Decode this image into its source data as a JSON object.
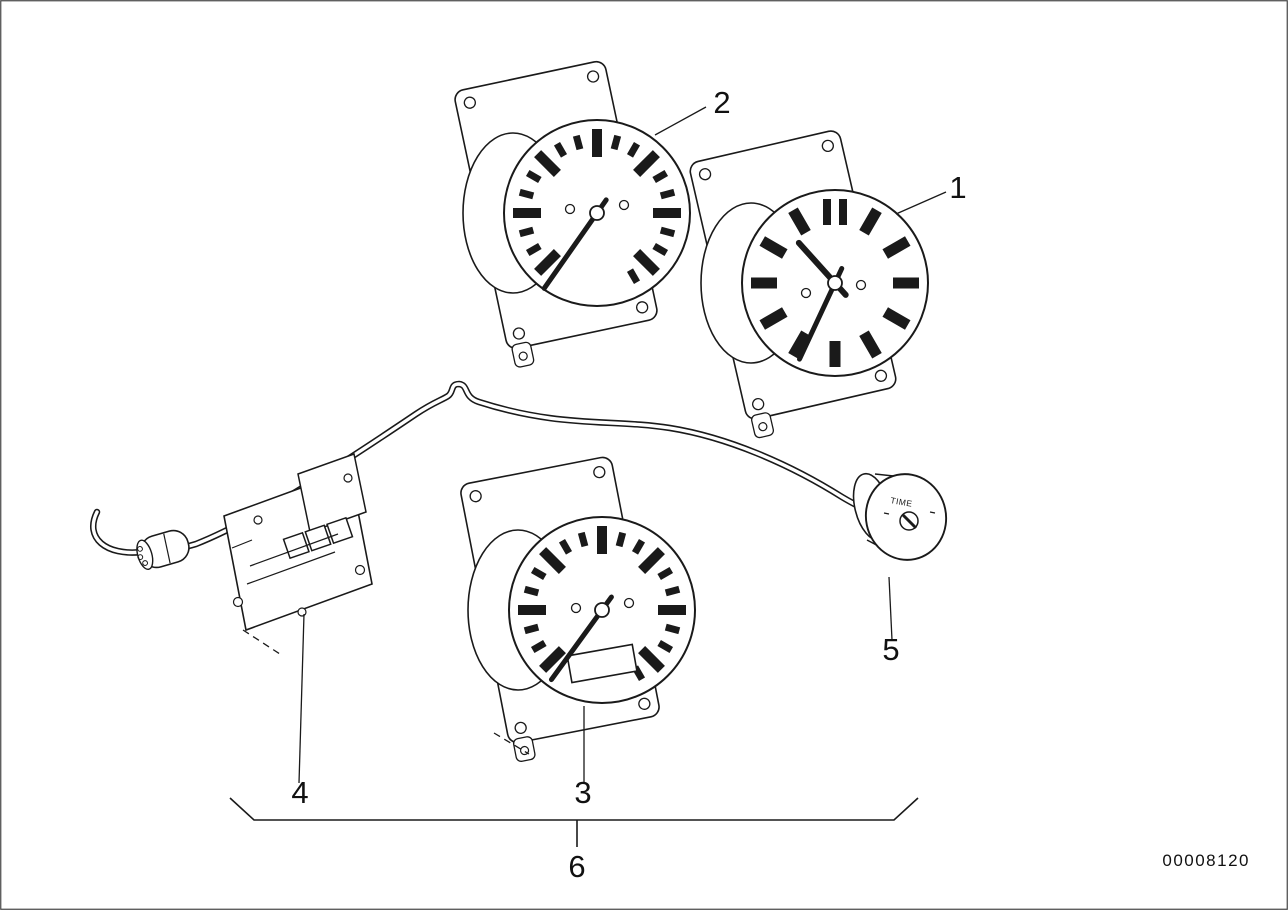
{
  "colors": {
    "line": "#1a1a1a",
    "background": "#ffffff"
  },
  "callouts": {
    "part1": "1",
    "part2": "2",
    "part3": "3",
    "part4": "4",
    "part5": "5",
    "part6": "6"
  },
  "knob": {
    "label": "TIME"
  },
  "drawing_number": "00008120"
}
